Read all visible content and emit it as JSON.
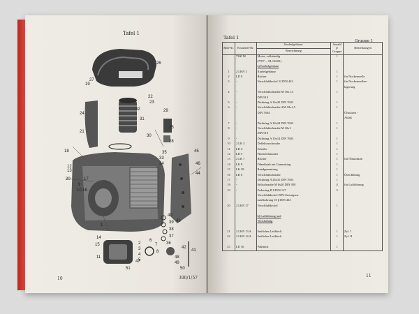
{
  "left_page": {
    "title": "Tafel 1",
    "page_number": "10",
    "code": "390/1/57",
    "callouts": [
      "26",
      "27",
      "19",
      "28",
      "32",
      "31",
      "30",
      "22",
      "23",
      "24",
      "25",
      "21",
      "20",
      "18",
      "12",
      "13",
      "17",
      "16",
      "9",
      "10",
      "15",
      "14",
      "11",
      "46",
      "44",
      "45",
      "43",
      "36",
      "40",
      "39",
      "38",
      "37",
      "35",
      "33",
      "34",
      "42",
      "41",
      "1",
      "2",
      "3",
      "4",
      "5",
      "6",
      "7",
      "8",
      "47",
      "48",
      "49",
      "50",
      "51",
      "29"
    ]
  },
  "right_page": {
    "title": "Tafel 1",
    "group": "Gruppe 1",
    "page_number": "11",
    "columns": {
      "bild": "Bild-Nr.",
      "ersatzteil": "Ersatzteil-Nr.",
      "header_top": "Kurbelgehäuse",
      "bezeichnung": "Bezeichnung",
      "anzahl": "Anzahl je Gruppe",
      "bemerkungen": "Bemerkungen"
    },
    "rows": [
      {
        "bild": "",
        "ers": "7300 M",
        "bez": "Motor, vollständig",
        "anz": "1",
        "bem": ""
      },
      {
        "bild": "",
        "ers": "",
        "bez": "(7707 ... M, 06102)",
        "anz": "",
        "bem": ""
      },
      {
        "bild": "",
        "ers": "",
        "bez": "a) Kurbelgehäuse",
        "anz": "",
        "bem": "",
        "section": true
      },
      {
        "bild": "1",
        "ers": "2 LKN 1",
        "bez": "Kurbelgehäuse",
        "anz": "1",
        "bem": ""
      },
      {
        "bild": "2",
        "ers": "LD 9",
        "bez": "Büchse",
        "anz": "1",
        "bem": "für Nockenwelle"
      },
      {
        "bild": "3",
        "ers": "-",
        "bez": "Verschlußdeckel 32 DIN 443",
        "anz": "1",
        "bem": "für Nockenwellen-"
      },
      {
        "bild": "",
        "ers": "",
        "bez": "",
        "anz": "",
        "bem": "lagerung"
      },
      {
        "bild": "4",
        "ers": "-",
        "bez": "Verschlußschraube M 16x1,5",
        "anz": "1",
        "bem": ""
      },
      {
        "bild": "",
        "ers": "",
        "bez": "DIN 910",
        "anz": "",
        "bem": ""
      },
      {
        "bild": "5",
        "ers": "-",
        "bez": "Dichtring A 16x20 DIN 7603",
        "anz": "1",
        "bem": ""
      },
      {
        "bild": "6",
        "ers": "-",
        "bez": "Verschlußschraube AM 18x1,5",
        "anz": "1",
        "bem": ""
      },
      {
        "bild": "",
        "ers": "",
        "bez": "DIN 7604",
        "anz": "",
        "bem": "Ölstutzen -"
      },
      {
        "bild": "",
        "ers": "",
        "bez": "",
        "anz": "",
        "bem": "Ablaß"
      },
      {
        "bild": "7",
        "ers": "-",
        "bez": "Dichtring A 18x24 DIN 7603",
        "anz": "1",
        "bem": ""
      },
      {
        "bild": "8",
        "ers": "-",
        "bez": "Verschlußschraube M 10x1",
        "anz": "1",
        "bem": ""
      },
      {
        "bild": "",
        "ers": "",
        "bez": "DIN 910",
        "anz": "",
        "bem": ""
      },
      {
        "bild": "9",
        "ers": "-",
        "bez": "Dichtring A 10x14 DIN 7603",
        "anz": "1",
        "bem": ""
      },
      {
        "bild": "10",
        "ers": "2 LK 3",
        "bez": "Deflektorschraube",
        "anz": "1",
        "bem": ""
      },
      {
        "bild": "11",
        "ers": "LD 4",
        "bez": "Scheibe",
        "anz": "1",
        "bem": ""
      },
      {
        "bild": "12",
        "ers": "LD 5",
        "bez": "Flachdichtmutter",
        "anz": "1",
        "bem": ""
      },
      {
        "bild": "13",
        "ers": "2 LK 7",
        "bez": "Büchse",
        "anz": "1",
        "bem": "für Ölrundstab"
      },
      {
        "bild": "14",
        "ers": "LK 8",
        "bez": "Ölmeßstab mit Gummiring",
        "anz": "1",
        "bem": ""
      },
      {
        "bild": "15",
        "ers": "LK 39",
        "bez": "Rundgummiring",
        "anz": "1",
        "bem": ""
      },
      {
        "bild": "16",
        "ers": "LD 6",
        "bez": "Verschlußschraube",
        "anz": "1",
        "bem": "Überdüllung"
      },
      {
        "bild": "17",
        "ers": "-",
        "bez": "Dichtring A 26x31 DIN 7603",
        "anz": "1",
        "bem": ""
      },
      {
        "bild": "18",
        "ers": "-",
        "bez": "Stiftschraube M 8x20 DIN 939",
        "anz": "4",
        "bem": "für Luftführung"
      },
      {
        "bild": "19",
        "ers": "-",
        "bez": "Federring B 8 DIN 127",
        "anz": "3",
        "bem": ""
      },
      {
        "bild": "",
        "ers": "",
        "bez": "Verschlußdeckel DIN Ostenigsen-",
        "anz": "",
        "bem": ""
      },
      {
        "bild": "",
        "ers": "",
        "bez": "rundbohrung 10 β DIN 443",
        "anz": "",
        "bem": ""
      },
      {
        "bild": "20",
        "ers": "2 LKN 17",
        "bez": "Verschlußdeckel",
        "anz": "1",
        "bem": ""
      },
      {
        "bild": "",
        "ers": "",
        "bez": "",
        "anz": "",
        "bem": ""
      },
      {
        "bild": "",
        "ers": "",
        "bez": "b) Luftführung und",
        "anz": "",
        "bem": "",
        "section": true
      },
      {
        "bild": "",
        "ers": "",
        "bez": "Verschalung",
        "anz": "",
        "bem": "",
        "section": true
      },
      {
        "bild": "",
        "ers": "",
        "bez": "",
        "anz": "",
        "bem": ""
      },
      {
        "bild": "21",
        "ers": "2 LKN 13 A",
        "bez": "Seitliches Leitblech",
        "anz": "1",
        "bem": "Zyl. I"
      },
      {
        "bild": "22",
        "ers": "2 LKN 14 A",
        "bez": "Seitliches Leitblech",
        "anz": "1",
        "bem": "Zyl. II"
      },
      {
        "bild": "",
        "ers": "",
        "bez": "",
        "anz": "",
        "bem": ""
      },
      {
        "bild": "23",
        "ers": "LD 16",
        "bez": "Paßstück",
        "anz": "1",
        "bem": ""
      }
    ]
  }
}
